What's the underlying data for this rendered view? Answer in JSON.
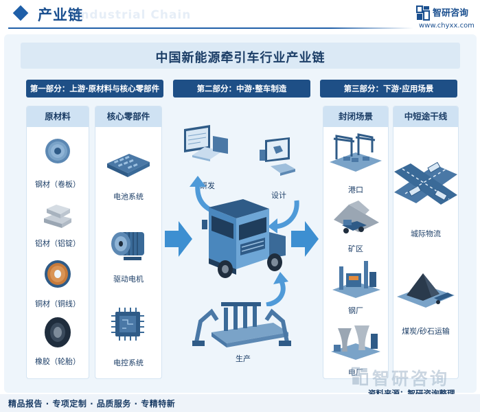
{
  "header": {
    "title": "产业链",
    "watermark": "Industrial Chain",
    "logo_name": "智研咨询",
    "logo_url": "www.chyxx.com"
  },
  "main_title": "中国新能源牵引车行业产业链",
  "sections": {
    "upstream": "第一部分：上游·原材料与核心零部件",
    "midstream": "第二部分：中游·整车制造",
    "downstream": "第三部分：下游·应用场景"
  },
  "raw_materials": {
    "header": "原材料",
    "items": [
      "钢材（卷板）",
      "铝材（铝锭）",
      "铜材（铜线）",
      "橡胶（轮胎）"
    ]
  },
  "core_parts": {
    "header": "核心零部件",
    "items": [
      "电池系统",
      "驱动电机",
      "电控系统"
    ]
  },
  "midstream_steps": {
    "rd": "研发",
    "design": "设计",
    "production": "生产"
  },
  "closed_scenes": {
    "header": "封闭场景",
    "items": [
      "港口",
      "矿区",
      "钢厂",
      "电厂"
    ]
  },
  "short_mid_routes": {
    "header": "中短途干线",
    "items": [
      "城际物流",
      "煤炭/砂石运输"
    ]
  },
  "footer": {
    "services": "精品报告 · 专项定制 · 品质服务 · 专精特新",
    "source": "资料来源：智研咨询整理",
    "watermark": "智研咨询"
  }
}
